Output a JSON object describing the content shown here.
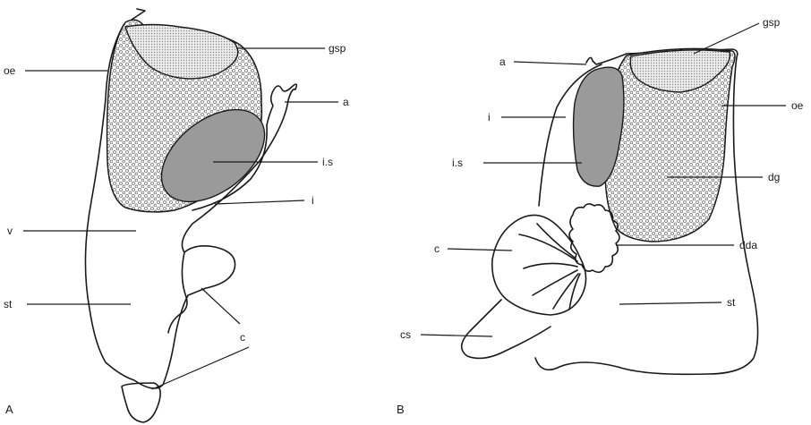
{
  "colors": {
    "ink": "#1a1a1a",
    "gland_fill": "#ffffff",
    "gland_dots": "#6d6d6d",
    "sac": "#9a9a9a",
    "stipple": "#c8c8c8"
  },
  "panel_a": {
    "label": "A",
    "labels": {
      "gsp": "gsp",
      "oe": "oe",
      "a": "a",
      "is": "i.s",
      "i": "i",
      "v": "v",
      "st": "st",
      "c": "c"
    }
  },
  "panel_b": {
    "label": "B",
    "labels": {
      "gsp": "gsp",
      "a": "a",
      "oe": "oe",
      "i": "i",
      "is": "i.s",
      "dg": "dg",
      "c": "c",
      "dda": "dda",
      "st": "st",
      "cs": "cs"
    }
  }
}
